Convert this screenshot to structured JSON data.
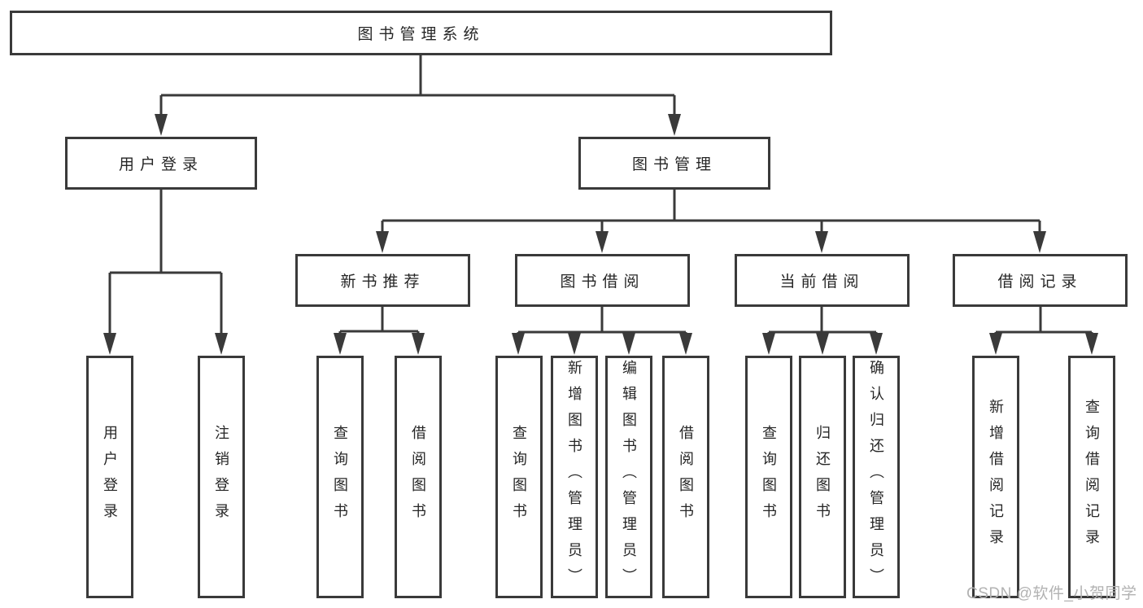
{
  "diagram": {
    "root": "图书管理系统",
    "level1": {
      "user": {
        "label": "用户登录",
        "children": [
          "用户登录",
          "注销登录"
        ]
      },
      "mgmt": {
        "label": "图书管理",
        "children": [
          {
            "label": "新书推荐",
            "children": [
              "查询图书",
              "借阅图书"
            ]
          },
          {
            "label": "图书借阅",
            "children": [
              "查询图书",
              "新增图书（管理员）",
              "编辑图书（管理员）",
              "借阅图书"
            ]
          },
          {
            "label": "当前借阅",
            "children": [
              "查询图书",
              "归还图书",
              "确认归还（管理员）"
            ]
          },
          {
            "label": "借阅记录",
            "children": [
              "新增借阅记录",
              "查询借阅记录"
            ]
          }
        ]
      }
    }
  },
  "watermark": "CSDN @软件_小贺同学",
  "colors": {
    "line": "#3a3a3a",
    "text": "#262626",
    "watermark": "#b2b2b2",
    "background": "#ffffff"
  }
}
